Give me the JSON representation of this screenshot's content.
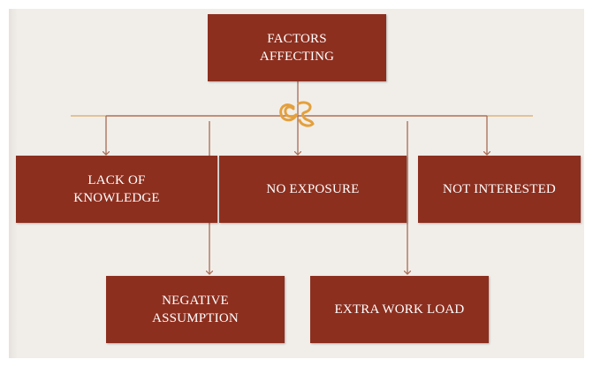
{
  "diagram": {
    "root": {
      "label": "FACTORS\nAFFECTING"
    },
    "children": [
      {
        "label": "LACK OF\nKNOWLEDGE"
      },
      {
        "label": "NO EXPOSURE"
      },
      {
        "label": "NOT INTERESTED"
      },
      {
        "label": "NEGATIVE\nASSUMPTION"
      },
      {
        "label": "EXTRA WORK LOAD"
      }
    ]
  },
  "colors": {
    "box_fill": "#8c2f1f",
    "connector": "#a96a52",
    "divider": "#e0b27a",
    "ornament": "#e4a03d",
    "background": "#f1eeea"
  },
  "icons": {
    "ornament": "decorative-flourish-icon"
  }
}
